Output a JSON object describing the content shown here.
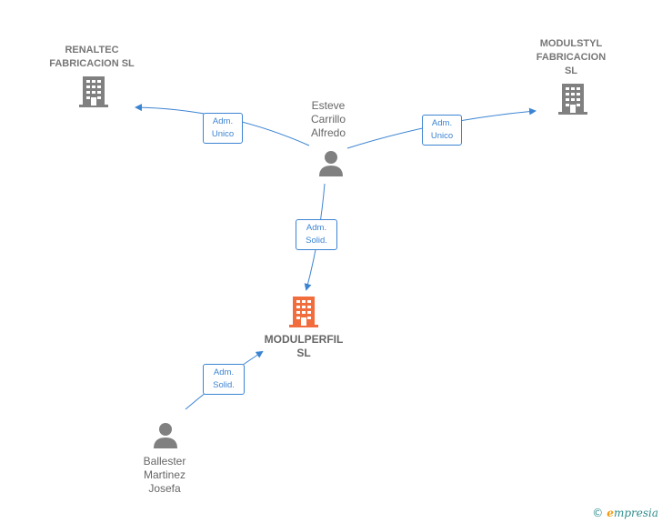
{
  "nodes": {
    "renaltec": {
      "label": "RENALTEC\nFABRICACION SL",
      "color": "#808080"
    },
    "modulstyl": {
      "label": "MODULSTYL\nFABRICACION\nSL",
      "color": "#808080"
    },
    "modulperfil": {
      "label": "MODULPERFIL\nSL",
      "color": "#f26d3d"
    },
    "esteve": {
      "label": "Esteve\nCarrillo\nAlfredo",
      "color": "#808080"
    },
    "ballester": {
      "label": "Ballester\nMartinez\nJosefa",
      "color": "#808080"
    }
  },
  "edges": {
    "esteve_renaltec": "Adm.\nUnico",
    "esteve_modulstyl": "Adm.\nUnico",
    "esteve_modulperfil": "Adm.\nSolid.",
    "ballester_modulperfil": "Adm.\nSolid."
  },
  "colors": {
    "edge": "#3c84d2"
  },
  "brand": {
    "copyright": "©",
    "e": "e",
    "name": "mpresia"
  }
}
